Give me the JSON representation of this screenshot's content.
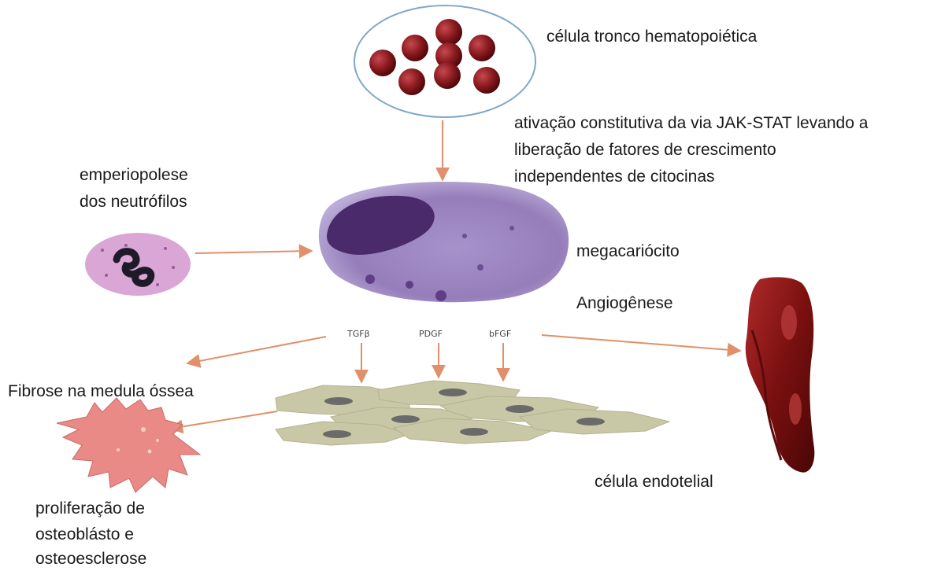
{
  "labels": {
    "stem_cell": "célula tronco hematopoiética",
    "jak_stat_line1": "ativação constitutiva da via JAK-STAT levando a",
    "jak_stat_line2": "liberação de fatores de crescimento",
    "jak_stat_line3": "independentes de citocinas",
    "emperiopolesis_line1": "emperiopolese",
    "emperiopolesis_line2": "dos neutrófilos",
    "megakaryocyte": "megacariócito",
    "angiogenesis": "Angiogênese",
    "fibrosis": "Fibrose na medula óssea",
    "endothelial": "célula endotelial",
    "osteo_line1": "proliferação de",
    "osteo_line2": "osteoblásto e",
    "osteo_line3": "osteoesclerose"
  },
  "factors": [
    "TGFβ",
    "PDGF",
    "bFGF"
  ],
  "colors": {
    "arrow": "#e0906a",
    "ellipse_border": "#7fa7c8",
    "stem_cell": "#8b1a1f",
    "megakaryocyte": "#8a6fb3",
    "megakaryocyte_nucleus": "#4a2a6a",
    "neutrophil": "#d9a6d6",
    "fibroblast": "#c9c8a6",
    "osteoblast": "#e98a86",
    "endothelial": "#8a1a1a"
  }
}
